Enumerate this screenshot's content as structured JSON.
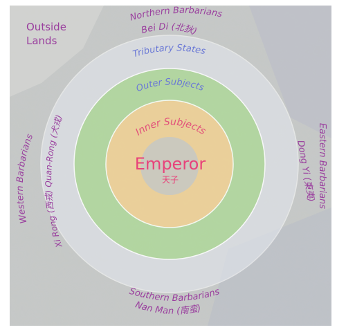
{
  "diagram": {
    "corner_label": [
      "Outside",
      "Lands"
    ],
    "rings": {
      "tributary": "Tributary States",
      "outer": "Outer Subjects",
      "inner": "Inner Subjects",
      "center_title": "Emperor",
      "center_chinese": "天子"
    },
    "barbarians": {
      "north": {
        "line1": "Northern Barbarians",
        "line2": "Bei Di (北狄)"
      },
      "west": {
        "line1": "Western Barbarians",
        "line2": "Xi Rong (西戎) Quan-Rong (犬戎)"
      },
      "east": {
        "line1": "Eastern Barbarians",
        "line2": "Dong Yi (東夷)"
      },
      "south": {
        "line1": "Southern Barbarians",
        "line2": "Nan Man (南蛮)"
      }
    },
    "colors": {
      "label_purple": "#9a3f9e",
      "tributary_text": "#6a78d6",
      "outer_text": "#6a78d6",
      "inner_text": "#e24f7a",
      "emperor_text": "#e8427a",
      "ring_tributary": "#dde3ef",
      "ring_outer": "#a7d493",
      "ring_inner": "#f3cc96",
      "core": "#c4c5c1"
    }
  }
}
